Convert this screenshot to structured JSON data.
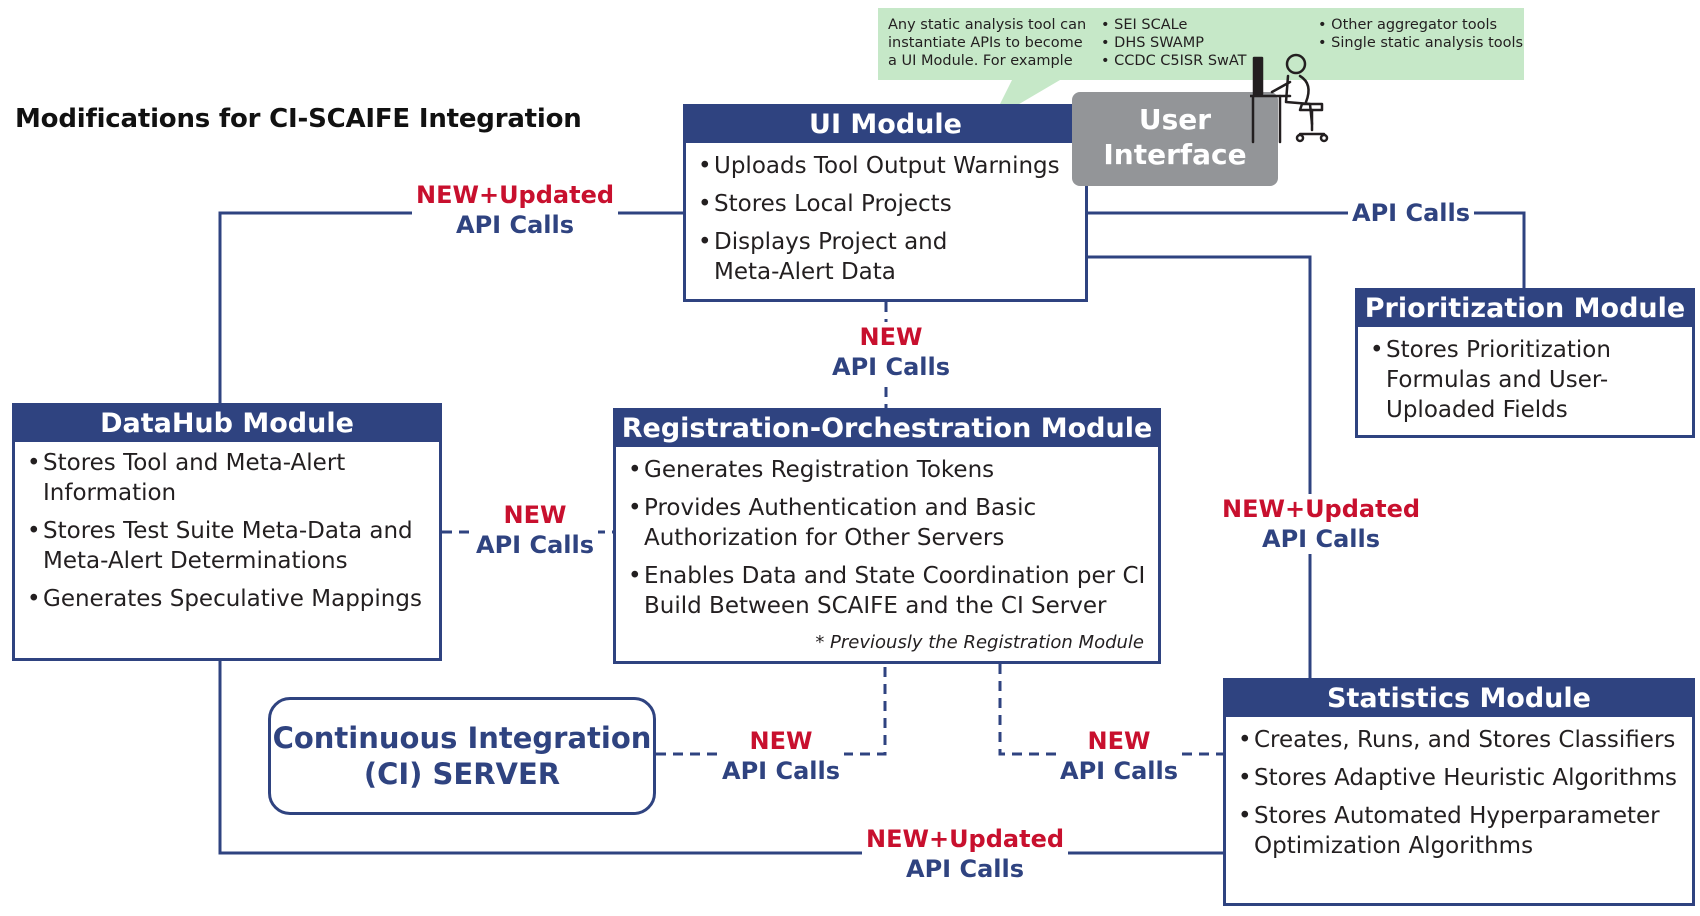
{
  "title": "Modifications for CI-SCAIFE Integration",
  "colors": {
    "module_blue": "#2f4380",
    "new_red": "#c8102e",
    "callout_green": "#c6e8c8",
    "user_box_gray": "#939598"
  },
  "callout": {
    "col1": [
      "Any static analysis tool can",
      "instantiate APIs to become",
      "a UI Module. For example"
    ],
    "col2": [
      "• SEI SCALe",
      "• DHS SWAMP",
      "• CCDC C5ISR SwAT"
    ],
    "col3": [
      "• Other aggregator tools",
      "• Single static analysis tools"
    ]
  },
  "user_interface": {
    "line1": "User",
    "line2": "Interface",
    "icon": "user-at-desk-icon"
  },
  "modules": {
    "ui": {
      "title": "UI Module",
      "items": [
        "Uploads Tool Output Warnings",
        "Stores Local Projects",
        "Displays Project and Meta-Alert Data"
      ]
    },
    "prioritization": {
      "title": "Prioritization Module",
      "items": [
        "Stores Prioritization Formulas and User-Uploaded Fields"
      ]
    },
    "datahub": {
      "title": "DataHub Module",
      "items": [
        "Stores Tool and Meta-Alert Information",
        "Stores Test Suite Meta-Data and Meta-Alert Determinations",
        "Generates Speculative Mappings"
      ]
    },
    "registration": {
      "title": "Registration-Orchestration Module",
      "items": [
        "Generates Registration Tokens",
        "Provides Authentication and Basic Authorization for Other Servers",
        "Enables Data and State Coordination per CI Build Between SCAIFE and the CI Server"
      ],
      "note": "* Previously the Registration Module"
    },
    "statistics": {
      "title": "Statistics Module",
      "items": [
        "Creates, Runs, and Stores Classifiers",
        "Stores Adaptive Heuristic Algorithms",
        "Stores Automated Hyperparameter Optimization Algorithms"
      ]
    }
  },
  "ci_server": {
    "line1": "Continuous Integration",
    "line2": "(CI) SERVER"
  },
  "bullet": "•",
  "connections": {
    "ui_datahub": {
      "status": "NEW+Updated",
      "text": "API Calls"
    },
    "ui_prioritization": {
      "text": "API Calls"
    },
    "ui_registration": {
      "status": "NEW",
      "text": "API Calls"
    },
    "ui_statistics": {
      "status": "NEW+Updated",
      "text": "API Calls"
    },
    "datahub_registration": {
      "status": "NEW",
      "text": "API Calls"
    },
    "ci_registration": {
      "status": "NEW",
      "text": "API Calls"
    },
    "registration_statistics": {
      "status": "NEW",
      "text": "API Calls"
    },
    "datahub_statistics": {
      "status": "NEW+Updated",
      "text": "API Calls"
    }
  }
}
